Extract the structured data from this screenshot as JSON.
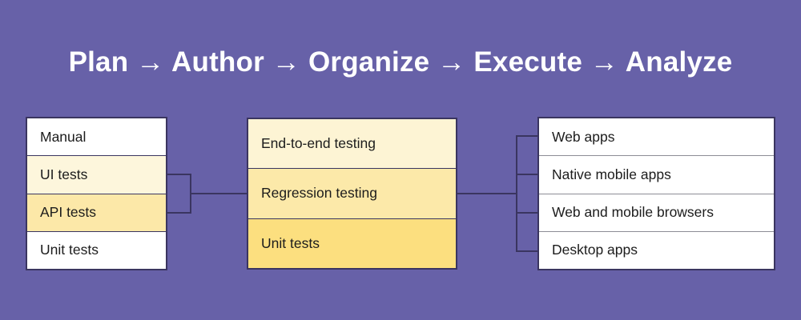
{
  "background_color": "#6761a8",
  "border_color": "#3a3560",
  "title": "Plan → Author → Organize → Execute → Analyze",
  "columns": {
    "left": {
      "name": "test-type-column",
      "rows": [
        {
          "label": "Manual",
          "fill": "#ffffff"
        },
        {
          "label": "UI tests",
          "fill": "#fdf6dc"
        },
        {
          "label": "API tests",
          "fill": "#fce8a8"
        },
        {
          "label": "Unit tests",
          "fill": "#ffffff"
        }
      ]
    },
    "middle": {
      "name": "test-level-column",
      "rows": [
        {
          "label": "End-to-end testing",
          "fill": "#fdf4d4"
        },
        {
          "label": "Regression testing",
          "fill": "#fce9a9"
        },
        {
          "label": "Unit tests",
          "fill": "#fcdf7f"
        }
      ]
    },
    "right": {
      "name": "platform-column",
      "rows": [
        {
          "label": "Web apps",
          "fill": "#ffffff"
        },
        {
          "label": "Native mobile apps",
          "fill": "#ffffff"
        },
        {
          "label": "Web and mobile browsers",
          "fill": "#ffffff"
        },
        {
          "label": "Desktop apps",
          "fill": "#ffffff"
        }
      ]
    }
  },
  "connectors": {
    "left_bracket": "merges UI tests and API tests into Regression testing",
    "right_bracket": "fans Regression testing out to four platforms"
  }
}
